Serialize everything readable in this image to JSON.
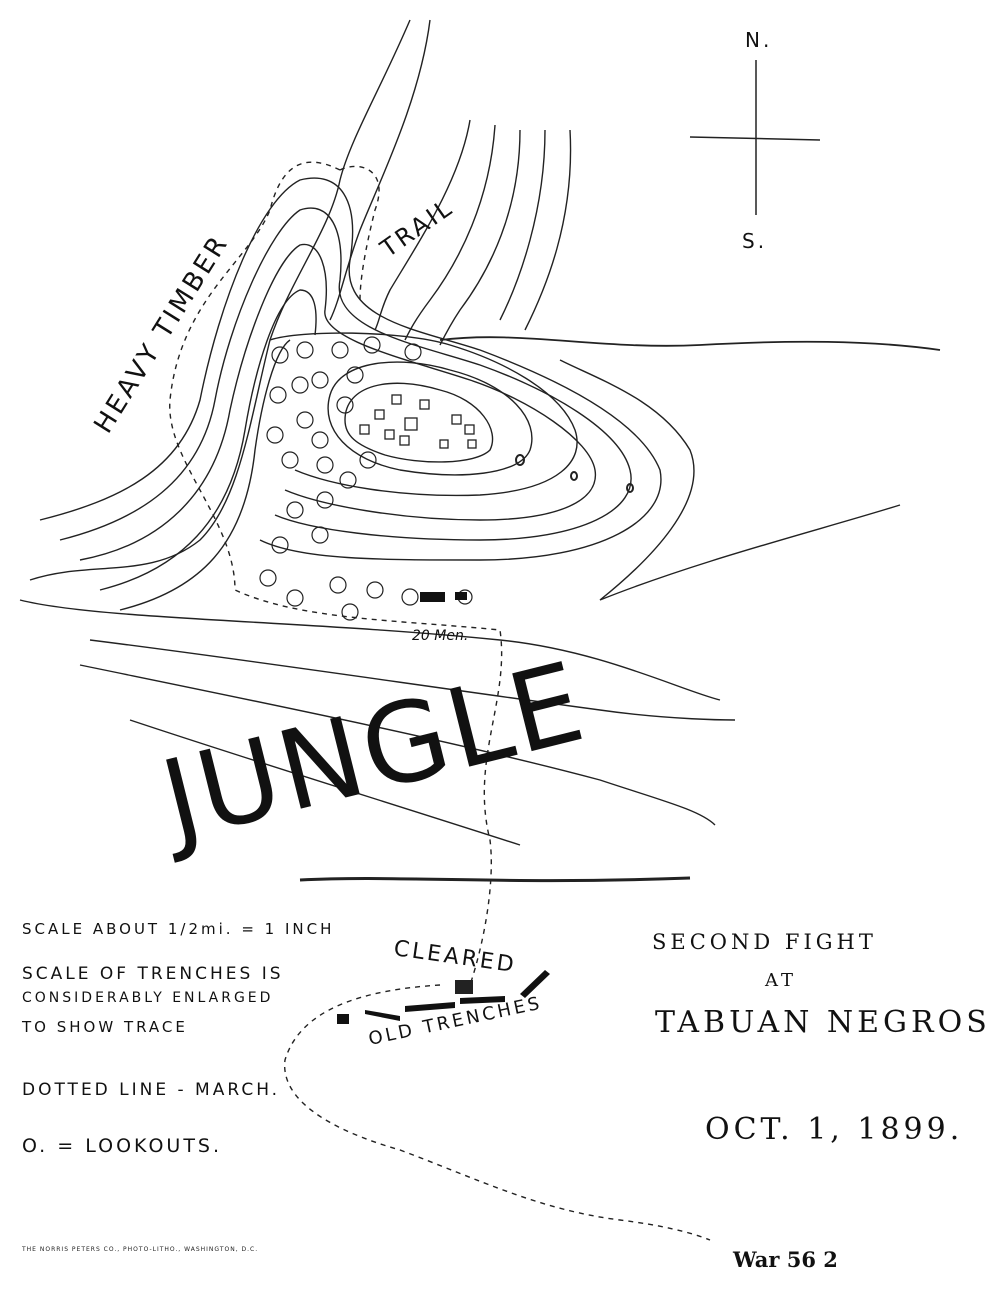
{
  "compass": {
    "north": "N.",
    "south": "S."
  },
  "map_labels": {
    "heavy_timber": "HEAVY TIMBER",
    "trail": "TRAIL",
    "twenty_men": "20 Men.",
    "jungle": "JUNGLE",
    "cleared": "CLEARED",
    "old_trenches": "OLD TRENCHES"
  },
  "legend": {
    "scale": "SCALE ABOUT 1/2mi. = 1 INCH",
    "trench_scale_1": "SCALE OF TRENCHES IS",
    "trench_scale_2": "CONSIDERABLY ENLARGED",
    "trench_scale_3": "TO SHOW TRACE",
    "dotted_line": "DOTTED LINE - MARCH.",
    "lookouts": "O. = LOOKOUTS."
  },
  "title": {
    "line1": "SECOND FIGHT",
    "line2": "AT",
    "line3": "TABUAN NEGROS",
    "date": "OCT. 1, 1899."
  },
  "footer": {
    "printer": "THE NORRIS PETERS CO., PHOTO-LITHO., WASHINGTON, D.C.",
    "reference": "War 56  2"
  }
}
